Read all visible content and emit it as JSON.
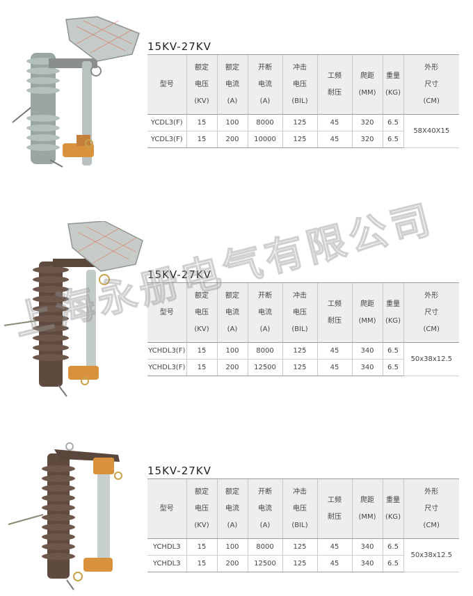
{
  "watermark": "上海永册电气有限公司",
  "headers": [
    [
      "型号"
    ],
    [
      "额定",
      "电压",
      "(KV)"
    ],
    [
      "额定",
      "电流",
      "(A)"
    ],
    [
      "开断",
      "电流",
      "(A)"
    ],
    [
      "冲击",
      "电压",
      "(BIL)"
    ],
    [
      "工频",
      "耐压"
    ],
    [
      "爬距",
      "(MM)"
    ],
    [
      "重量",
      "(KG)"
    ],
    [
      "外形",
      "尺寸",
      "(CM)"
    ]
  ],
  "sections": [
    {
      "title": "15KV-27KV",
      "rows": [
        [
          "YCDL3(F)",
          "15",
          "100",
          "8000",
          "125",
          "45",
          "320",
          "6.5"
        ],
        [
          "YCDL3(F)",
          "15",
          "200",
          "10000",
          "125",
          "45",
          "320",
          "6.5"
        ]
      ],
      "size": "58X40X15"
    },
    {
      "title": "15KV-27KV",
      "rows": [
        [
          "YCHDL3(F)",
          "15",
          "100",
          "8000",
          "125",
          "45",
          "340",
          "6.5"
        ],
        [
          "YCHDL3(F)",
          "15",
          "200",
          "12500",
          "125",
          "45",
          "340",
          "6.5"
        ]
      ],
      "size": "50x38x12.5"
    },
    {
      "title": "15KV-27KV",
      "rows": [
        [
          "YCHDL3",
          "15",
          "100",
          "8000",
          "125",
          "45",
          "340",
          "6.5"
        ],
        [
          "YCHDL3",
          "15",
          "200",
          "12500",
          "125",
          "45",
          "340",
          "6.5"
        ]
      ],
      "size": "50x38x12.5"
    }
  ]
}
